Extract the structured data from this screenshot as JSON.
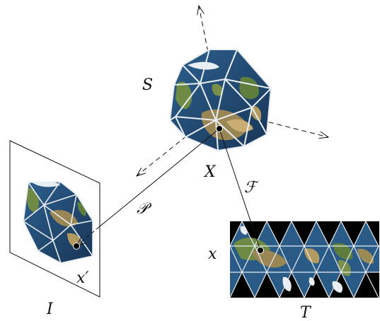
{
  "labels": {
    "sphere": "S",
    "sphere_point": "X",
    "forward_map": "ℱ",
    "projection": "𝒫",
    "image_plane": "I",
    "image_point": "x′",
    "texture": "T",
    "texture_point": "x"
  },
  "colors": {
    "ink": "#111111",
    "ocean_dark": "#1b3d63",
    "ocean_light": "#3e77a8",
    "land_green": "#5d7a3b",
    "land_tan": "#b59a62",
    "ice": "#e9eef2",
    "edge": "#e8eef3",
    "texture_bg": "#000000"
  }
}
